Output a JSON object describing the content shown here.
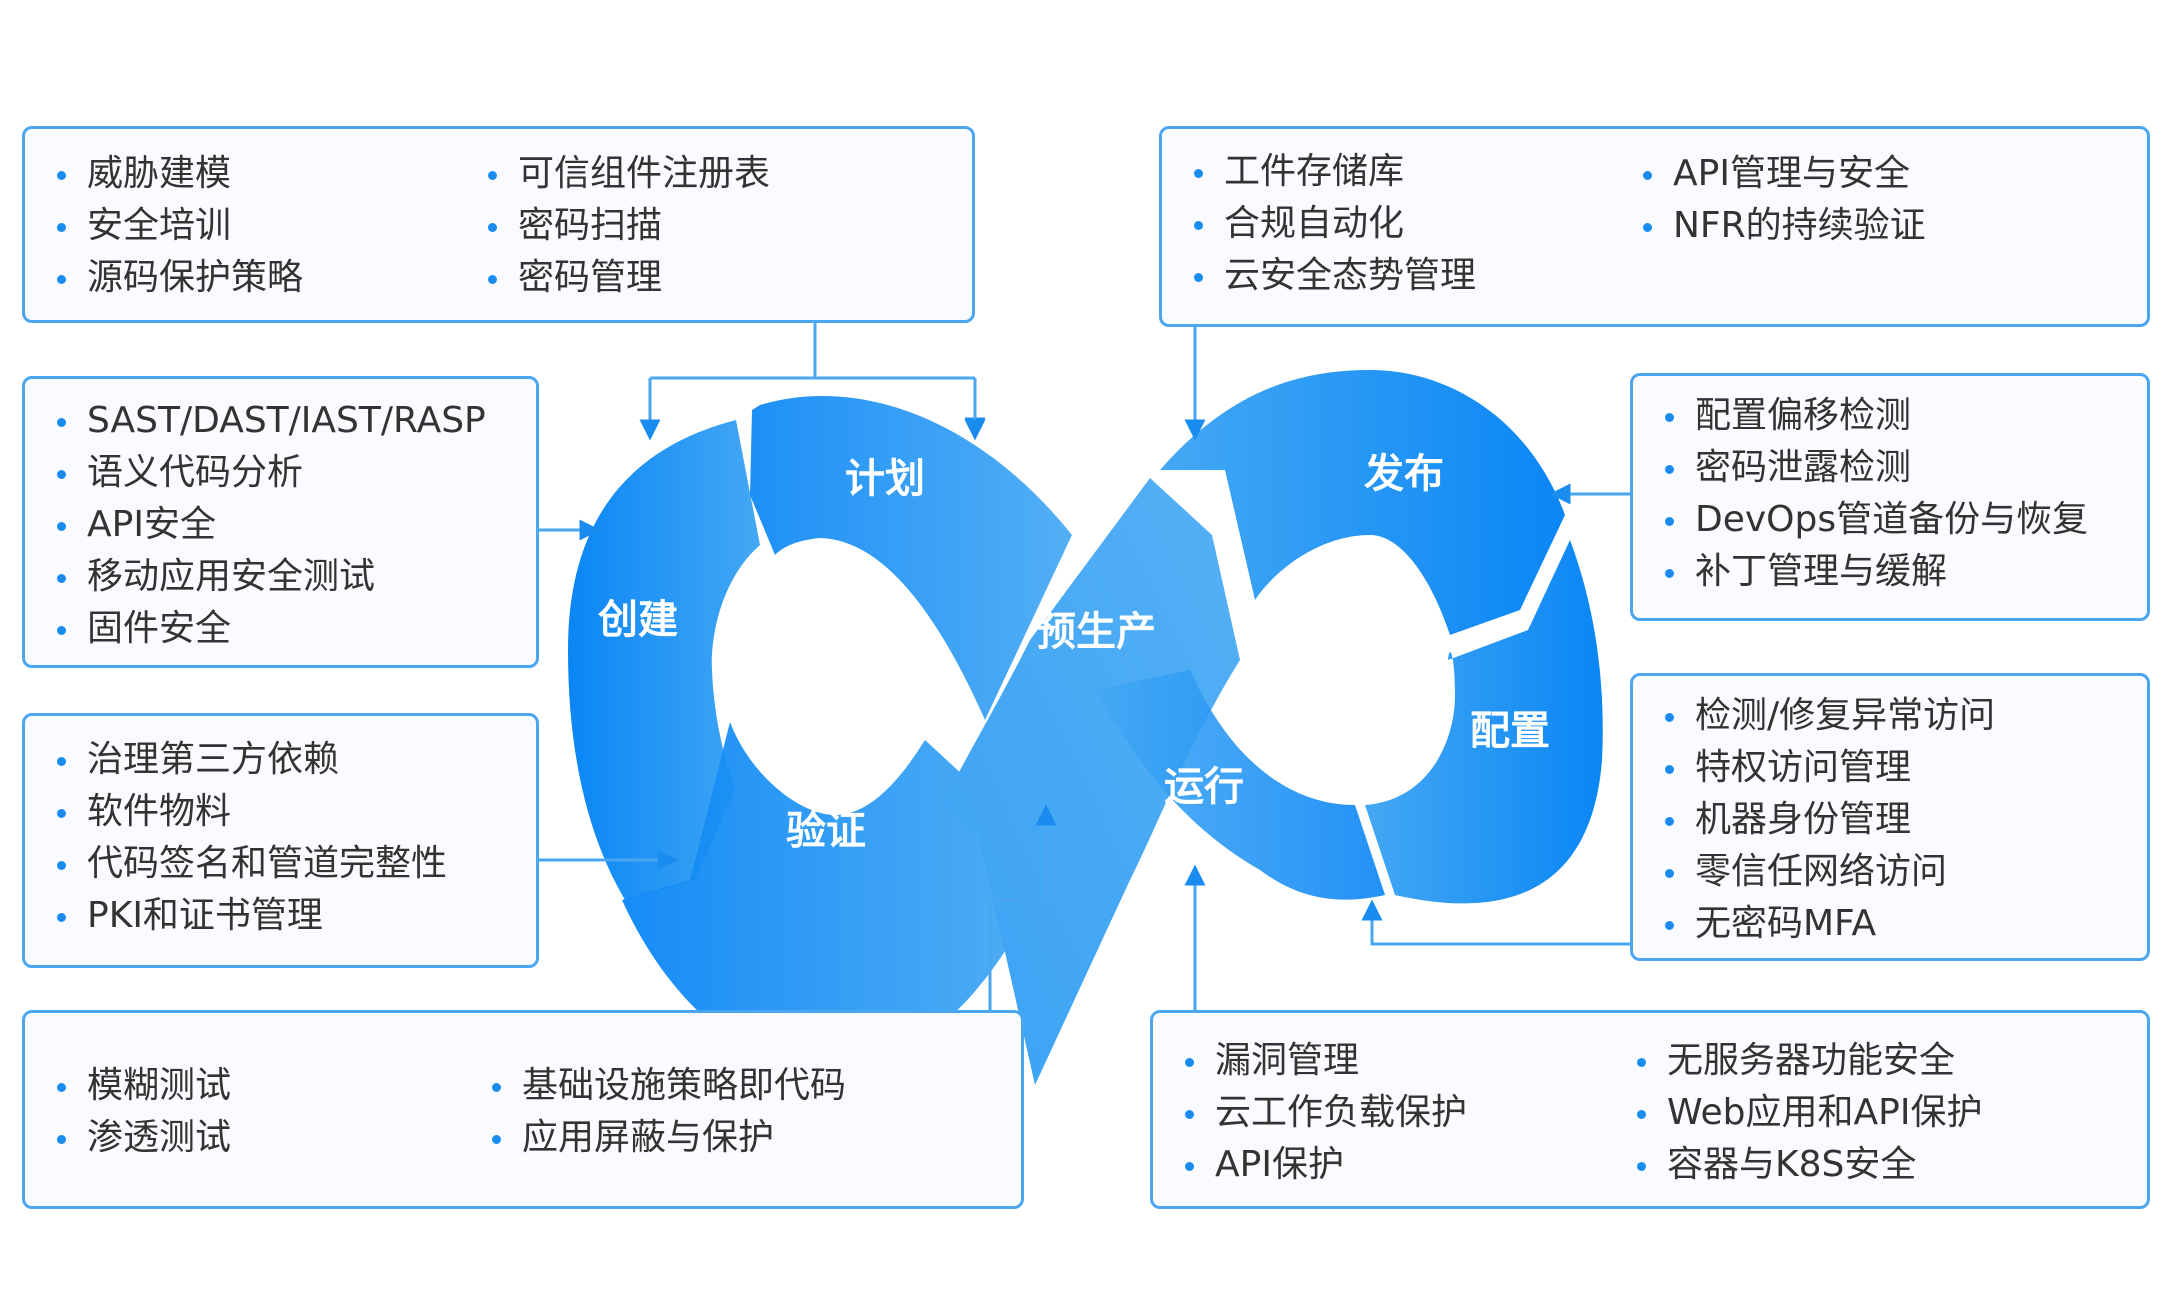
{
  "diagram": {
    "title": "DevSecOps 安全无限循环",
    "colors": {
      "accent": "#1a8cf0",
      "border": "#4aa6f0",
      "segment_dark": "#0a86f5",
      "segment_light": "#4aaaf4",
      "text": "#333333"
    },
    "stages": [
      {
        "id": "plan",
        "label": "计划"
      },
      {
        "id": "create",
        "label": "创建"
      },
      {
        "id": "verify",
        "label": "验证"
      },
      {
        "id": "preprod",
        "label": "预生产"
      },
      {
        "id": "release",
        "label": "发布"
      },
      {
        "id": "configure",
        "label": "配置"
      },
      {
        "id": "run",
        "label": "运行"
      }
    ],
    "boxes": {
      "plan": {
        "col1": [
          "威胁建模",
          "安全培训",
          "源码保护策略"
        ],
        "col2": [
          "可信组件注册表",
          "密码扫描",
          "密码管理"
        ]
      },
      "create": {
        "items": [
          "SAST/DAST/IAST/RASP",
          "语义代码分析",
          "API安全",
          "移动应用安全测试",
          "固件安全"
        ]
      },
      "verify": {
        "items": [
          "治理第三方依赖",
          "软件物料",
          "代码签名和管道完整性",
          "PKI和证书管理"
        ]
      },
      "preprod": {
        "col1": [
          "模糊测试",
          "渗透测试"
        ],
        "col2": [
          "基础设施策略即代码",
          "应用屏蔽与保护"
        ]
      },
      "release": {
        "col1": [
          "工件存储库",
          "合规自动化",
          "云安全态势管理"
        ],
        "col2": [
          "API管理与安全",
          "NFR的持续验证"
        ]
      },
      "deploy": {
        "items": [
          "配置偏移检测",
          "密码泄露检测",
          "DevOps管道备份与恢复",
          "补丁管理与缓解"
        ]
      },
      "configure": {
        "items": [
          "检测/修复异常访问",
          "特权访问管理",
          "机器身份管理",
          "零信任网络访问",
          "无密码MFA"
        ]
      },
      "run": {
        "col1": [
          "漏洞管理",
          "云工作负载保护",
          "API保护"
        ],
        "col2": [
          "无服务器功能安全",
          "Web应用和API保护",
          "容器与K8S安全"
        ]
      }
    }
  }
}
